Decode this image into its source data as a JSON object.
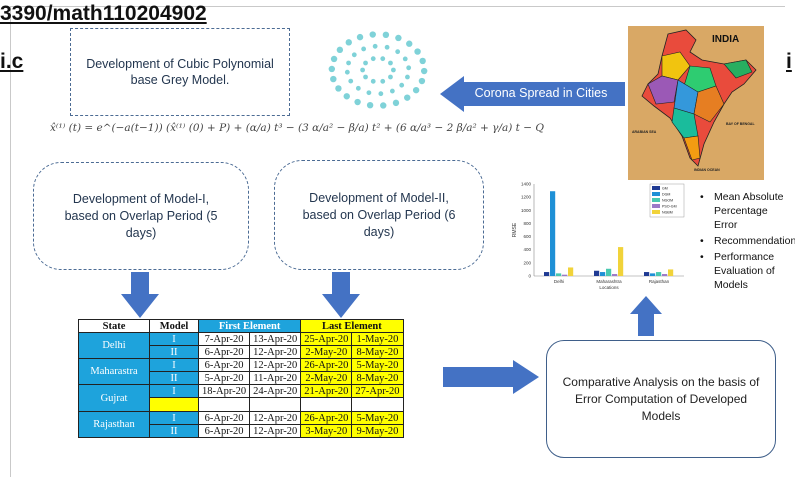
{
  "header": {
    "doi_line1": "3390/math110204902",
    "doi_line2_left": "i.c",
    "doi_line2_right": "i"
  },
  "boxes": {
    "cubic_model": "Development of Cubic Polynomial base Grey Model.",
    "model_1": "Development of Model-I, based on Overlap Period (5 days)",
    "model_2": "Development of Model-II, based on Overlap Period (6 days)",
    "comparative": "Comparative Analysis on the basis of Error Computation of Developed Models",
    "corona": "Corona Spread in Cities"
  },
  "equation": "x̂⁽¹⁾ (t) = e^(−a(t−1)) (x̂⁽¹⁾ (0) + P) + (α/a) t³ − (3 α/a² − β/a) t² + (6 α/a³ − 2 β/a² + γ/a) t − Q",
  "map": {
    "title": "INDIA",
    "caption_sea": "ARABIAN SEA",
    "caption_bay": "BAY OF BENGAL",
    "caption_ocean": "INDIAN OCEAN"
  },
  "table": {
    "headers": [
      "State",
      "Model",
      "First Element",
      "Last Element"
    ],
    "rows": [
      {
        "state": "Delhi",
        "model": "I",
        "f1": "7-Apr-20",
        "f2": "13-Apr-20",
        "l1": "25-Apr-20",
        "l2": "1-May-20"
      },
      {
        "state": "",
        "model": "II",
        "f1": "6-Apr-20",
        "f2": "12-Apr-20",
        "l1": "2-May-20",
        "l2": "8-May-20"
      },
      {
        "state": "Maharastra",
        "model": "I",
        "f1": "6-Apr-20",
        "f2": "12-Apr-20",
        "l1": "26-Apr-20",
        "l2": "5-May-20"
      },
      {
        "state": "",
        "model": "II",
        "f1": "5-Apr-20",
        "f2": "11-Apr-20",
        "l1": "2-May-20",
        "l2": "8-May-20"
      },
      {
        "state": "Gujrat",
        "model": "I",
        "f1": "18-Apr-20",
        "f2": "24-Apr-20",
        "l1": "21-Apr-20",
        "l2": "27-Apr-20"
      },
      {
        "state": "Rajasthan",
        "model": "I",
        "f1": "6-Apr-20",
        "f2": "12-Apr-20",
        "l1": "26-Apr-20",
        "l2": "5-May-20"
      },
      {
        "state": "",
        "model": "II",
        "f1": "6-Apr-20",
        "f2": "12-Apr-20",
        "l1": "3-May-20",
        "l2": "9-May-20"
      }
    ]
  },
  "bullets": [
    "Mean Absolute Percentage Error",
    "Recommendations",
    "Performance Evaluation of Models"
  ],
  "chart_data": {
    "type": "bar",
    "categories": [
      "Delhi",
      "Maharashtra",
      "Rajasthan"
    ],
    "xlabel": "Locations",
    "ylabel": "RMSE",
    "ylim": [
      0,
      1400
    ],
    "yticks": [
      0,
      200,
      400,
      600,
      800,
      1000,
      1200,
      1400
    ],
    "series": [
      {
        "name": "GM",
        "color": "#1f3a93",
        "values": [
          60,
          80,
          60
        ]
      },
      {
        "name": "DGM",
        "color": "#1e90d6",
        "values": [
          1290,
          60,
          40
        ]
      },
      {
        "name": "NGOM",
        "color": "#48c9b0",
        "values": [
          40,
          110,
          60
        ]
      },
      {
        "name": "PSO-GM",
        "color": "#9b7ac8",
        "values": [
          20,
          30,
          30
        ]
      },
      {
        "name": "NGBM",
        "color": "#f1d33a",
        "values": [
          130,
          440,
          100
        ]
      }
    ],
    "grid": false,
    "legend": "top-right"
  },
  "colors": {
    "arrow": "#4472c4",
    "box_border": "#4b6b94",
    "blue_cell": "#1ea3dc",
    "yellow_cell": "#ffff00",
    "map": "#d9a865",
    "virus": "#7fd2d8"
  }
}
